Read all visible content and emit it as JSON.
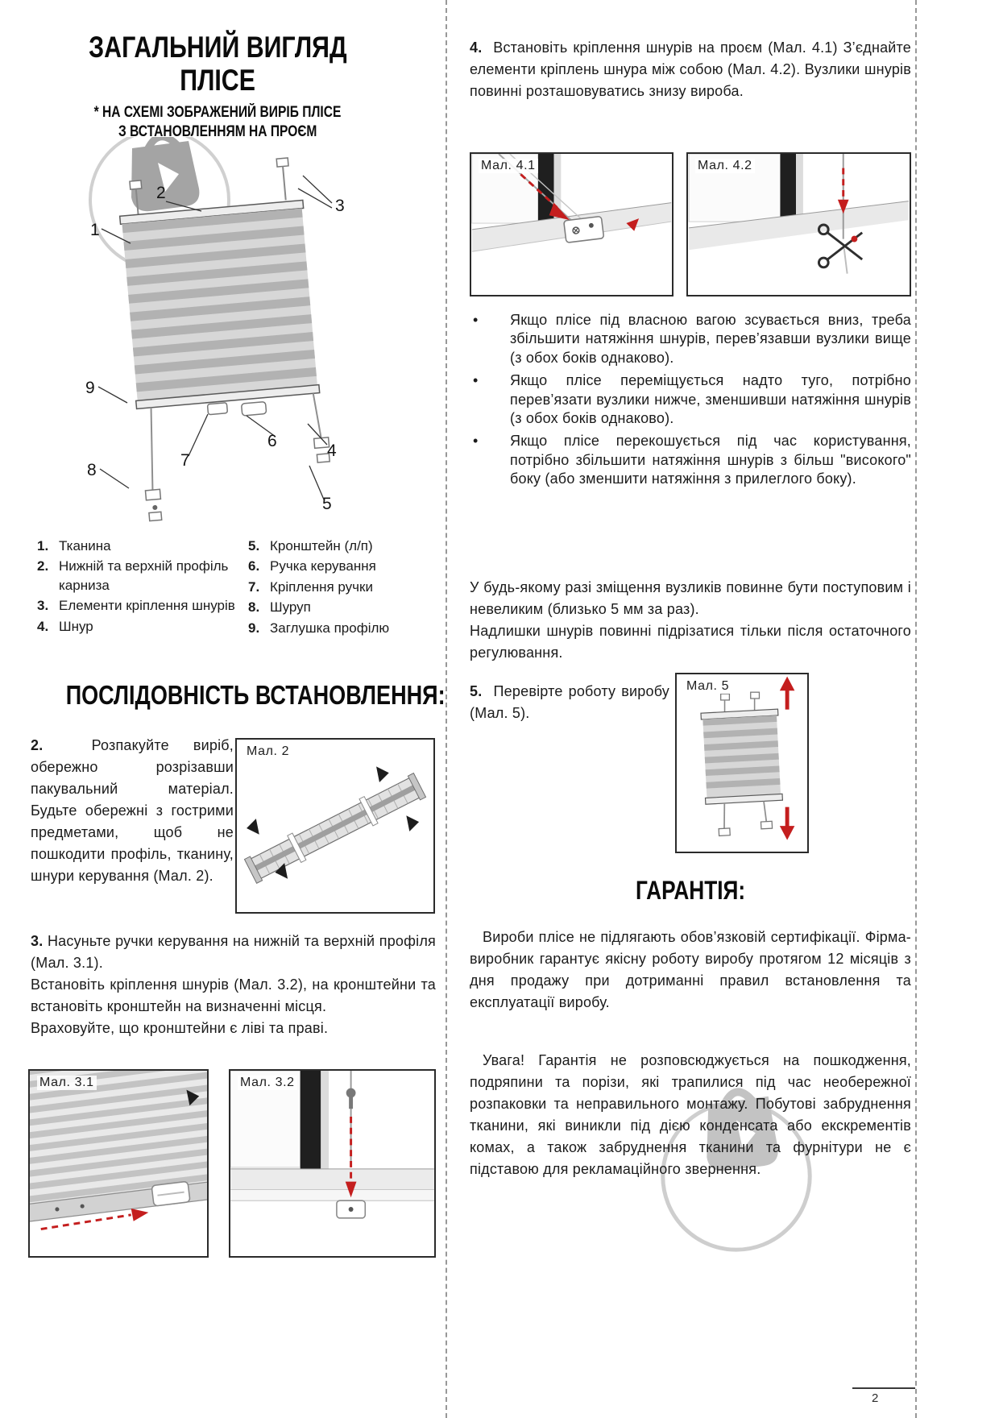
{
  "page": {
    "number": "2"
  },
  "overview": {
    "title_line1": "ЗАГАЛЬНИЙ ВИГЛЯД",
    "title_line2": "ПЛІСЕ",
    "note_line1": "* НА СХЕМІ ЗОБРАЖЕНИЙ ВИРІБ ПЛІСЕ",
    "note_line2": "З ВСТАНОВЛЕННЯМ НА ПРОЄМ",
    "callouts": [
      "1",
      "2",
      "3",
      "4",
      "5",
      "6",
      "7",
      "8",
      "9"
    ],
    "legend_left": [
      {
        "num": "1.",
        "label": "Тканина"
      },
      {
        "num": "2.",
        "label": "Нижній та верхній профіль карниза"
      },
      {
        "num": "3.",
        "label": "Елементи кріплення шнурів"
      },
      {
        "num": "4.",
        "label": "Шнур"
      }
    ],
    "legend_right": [
      {
        "num": "5.",
        "label": "Кронштейн (л/п)"
      },
      {
        "num": "6.",
        "label": "Ручка керування"
      },
      {
        "num": "7.",
        "label": "Кріплення ручки"
      },
      {
        "num": "8.",
        "label": "Шуруп"
      },
      {
        "num": "9.",
        "label": "Заглушка профілю"
      }
    ]
  },
  "installation": {
    "heading": "ПОСЛІДОВНІСТЬ ВСТАНОВЛЕННЯ:",
    "step2": {
      "num": "2.",
      "text": "Розпакуйте виріб, обережно розрізавши пакувальний матеріал. Будьте обережні з гострими предметами, щоб не пошкодити профіль, тканину, шнури керування (Мал. 2)."
    },
    "step3": {
      "num": "3.",
      "s1": "Насуньте ручки керування на нижній та верхній профіля (Мал. 3.1).",
      "s2": "Встановіть кріплення шнурів (Мал. 3.2), на кронштейни та встановіть кронштейн на визначенні місця.",
      "s3": "Враховуйте, що кронштейни є ліві та праві."
    },
    "step4": {
      "num": "4.",
      "text": "Встановіть кріплення шнурів на проєм (Мал. 4.1) З’єднайте елементи кріплень шнура між собою (Мал. 4.2). Вузлики шнурів повинні розташовуватись знизу вироба."
    },
    "bullets": [
      "Якщо плісе під власною вагою зсувається вниз, треба збільшити натяжіння шнурів, перев’язавши вузлики вище (з обох боків однаково).",
      "Якщо плісе переміщується надто туго, потрібно перев’язати вузлики нижче, зменшивши натяжіння шнурів (з обох боків однаково).",
      "Якщо плісе перекошується під час користування, потрібно збільшити натяжіння шнурів з більш \"високого\" боку (або зменшити натяжіння з прилеглого боку)."
    ],
    "adjustment_p1": "У будь-якому разі зміщення вузликів повинне бути поступовим і невеликим (близько 5 мм за раз).",
    "adjustment_p2": "Надлишки шнурів повинні підрізатися тільки після остаточного регулювання.",
    "step5": {
      "num": "5.",
      "text": "Перевірте роботу виробу (Мал. 5)."
    }
  },
  "figures": {
    "fig2": "Мал. 2",
    "fig31": "Мал. 3.1",
    "fig32": "Мал. 3.2",
    "fig41": "Мал. 4.1",
    "fig42": "Мал. 4.2",
    "fig5": "Мал. 5"
  },
  "warranty": {
    "heading": "ГАРАНТІЯ:",
    "p1": "Вироби плісе не підлягають обов’язковій сертифікації. Фірма-виробник гарантує якісну роботу виробу протягом 12 місяців з дня продажу при дотриманні правил встановлення та експлуатації виробу.",
    "p2": "Увага! Гарантія не розповсюджується на пошкодження, подряпини та порізи, які трапилися під час необережної розпаковки та неправильного монтажу. Побутові забруднення тканини, які виникли під дією конденсата або екскрементів комах, а також забруднення тканини та фурнітури не є підставою для рекламаційного звернення."
  }
}
